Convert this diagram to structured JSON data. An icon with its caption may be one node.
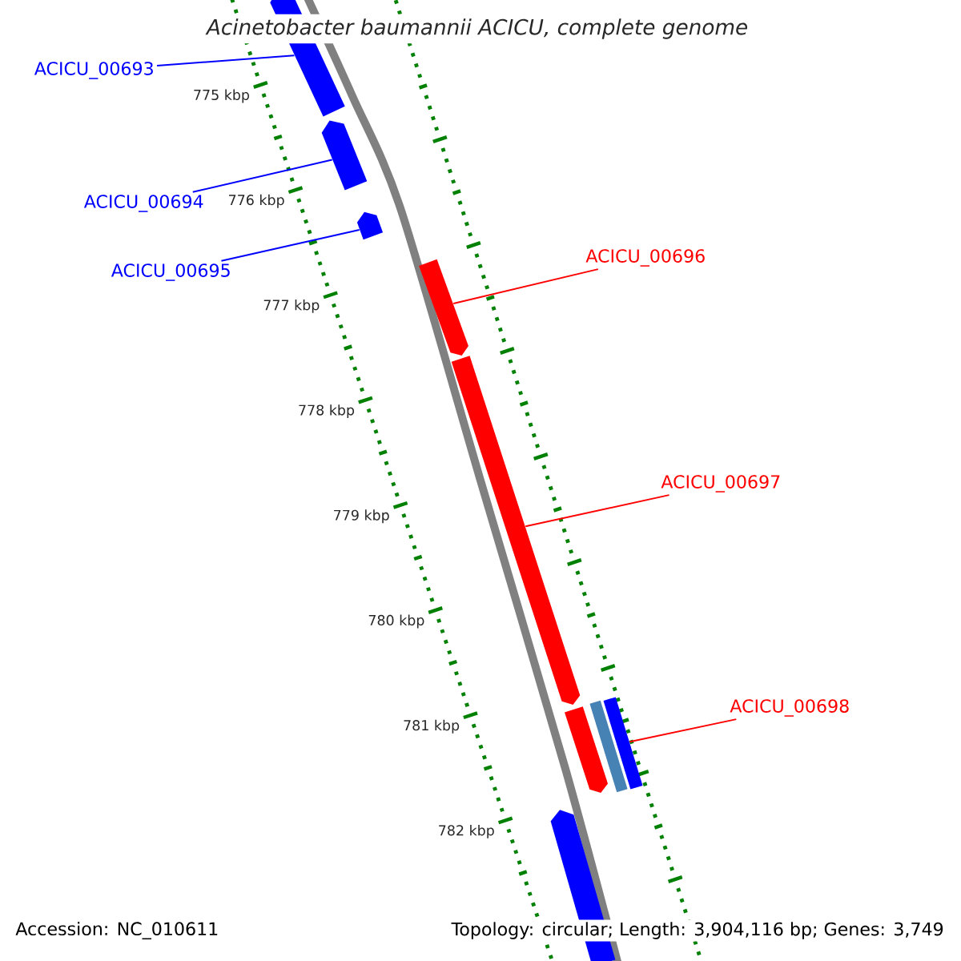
{
  "diagram": {
    "title": "Acinetobacter baumannii ACICU, complete genome",
    "nodes": [
      {
        "text": [
          "ACICU_00693"
        ]
      },
      {
        "text": [
          "ACICU_00694"
        ]
      },
      {
        "text": [
          "ACICU_00695"
        ]
      },
      {
        "text": [
          "ACICU_00696"
        ]
      },
      {
        "text": [
          "ACICU_00697"
        ]
      },
      {
        "text": [
          "ACICU_00698"
        ]
      },
      {
        "text": [],
        "shape": "arrow"
      },
      {
        "text": [],
        "shape": "arrow"
      },
      {
        "text": [],
        "shape": "arrow"
      },
      {
        "text": [],
        "shape": "arrow"
      },
      {
        "text": [],
        "shape": "arrow"
      },
      {
        "text": [],
        "shape": "arrow"
      },
      {
        "text": [],
        "shape": "box"
      },
      {
        "text": [],
        "shape": "box"
      },
      {
        "text": [],
        "shape": "arrow"
      }
    ],
    "edges": [
      {
        "from": 0,
        "to": 6,
        "arrow": "none",
        "color": "#0000ff"
      },
      {
        "from": 1,
        "to": 7,
        "arrow": "none",
        "color": "#0000ff"
      },
      {
        "from": 2,
        "to": 8,
        "arrow": "none",
        "color": "#0000ff"
      },
      {
        "from": 3,
        "to": 9,
        "arrow": "none",
        "color": "#ff0000"
      },
      {
        "from": 4,
        "to": 10,
        "arrow": "none",
        "color": "#ff0000"
      },
      {
        "from": 5,
        "to": 13,
        "arrow": "none",
        "color": "#ff0000"
      }
    ],
    "labels": [
      "775 kbp",
      "776 kbp",
      "777 kbp",
      "778 kbp",
      "779 kbp",
      "780 kbp",
      "781 kbp",
      "782 kbp",
      "Accession: NC_010611",
      "Topology: circular; Length: 3,904,116 bp; Genes: 3,749"
    ]
  }
}
